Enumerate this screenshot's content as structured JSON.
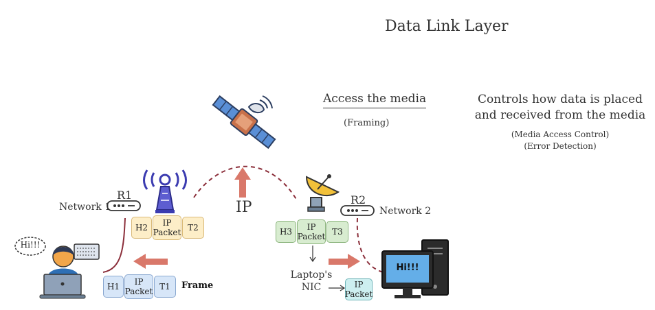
{
  "title": "Data Link Layer",
  "access": {
    "heading": "Access the media",
    "sub": "(Framing)"
  },
  "controls": {
    "line1": "Controls how data is placed",
    "line2": "and received from the media",
    "note1": "(Media Access Control)",
    "note2": "(Error Detection)"
  },
  "network1": {
    "label": "Network 1",
    "router": "R1"
  },
  "network2": {
    "label": "Network 2",
    "router": "R2"
  },
  "ip_label": "IP",
  "speech": "Hi!!!",
  "screen_text": "Hi!!!",
  "packet_r1": {
    "header": "H2",
    "payload": "IP Packet",
    "trailer": "T2"
  },
  "packet_r2": {
    "header": "H3",
    "payload": "IP Packet",
    "trailer": "T3"
  },
  "packet_frame": {
    "header": "H1",
    "payload": "IP Packet",
    "trailer": "T1",
    "label": "Frame"
  },
  "nic": {
    "label": "Laptop's NIC",
    "packet": "IP Packet"
  },
  "colors": {
    "arrow": "#d9786a",
    "link": "#8b2e3a",
    "router_icon": "#3b3bb0"
  }
}
